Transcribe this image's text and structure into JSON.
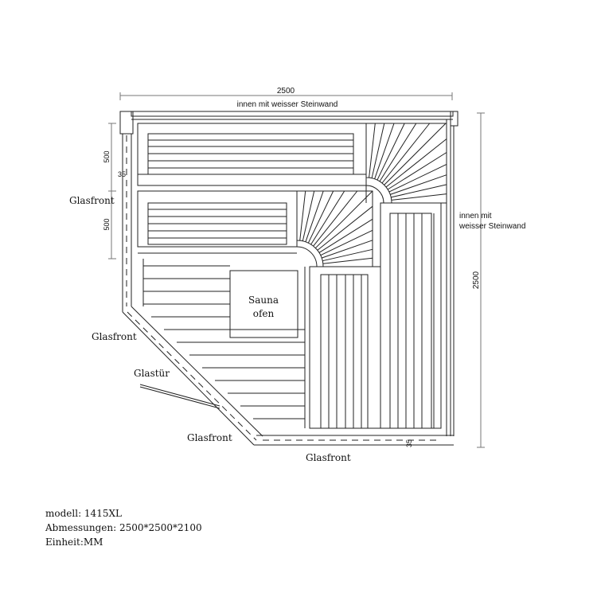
{
  "drawing": {
    "dim_top": "2500",
    "dim_right": "2500",
    "dim_left_upper": "500",
    "dim_left_lower": "500",
    "dim_small_left": "35",
    "dim_small_bottom": "35",
    "top_wall_note": "innen mit weisser Steinwand",
    "right_wall_note_line1": "innen mit",
    "right_wall_note_line2": "weisser Steinwand",
    "glass_left": "Glasfront",
    "glass_diagonal": "Glasfront",
    "glass_door": "Glastür",
    "glass_bottom_left": "Glasfront",
    "glass_bottom": "Glasfront",
    "stove_line1": "Sauna",
    "stove_line2": "ofen"
  },
  "specs": {
    "model": "modell: 1415XL",
    "dimensions": "Abmessungen: 2500*2500*2100",
    "unit": "Einheit:MM"
  }
}
